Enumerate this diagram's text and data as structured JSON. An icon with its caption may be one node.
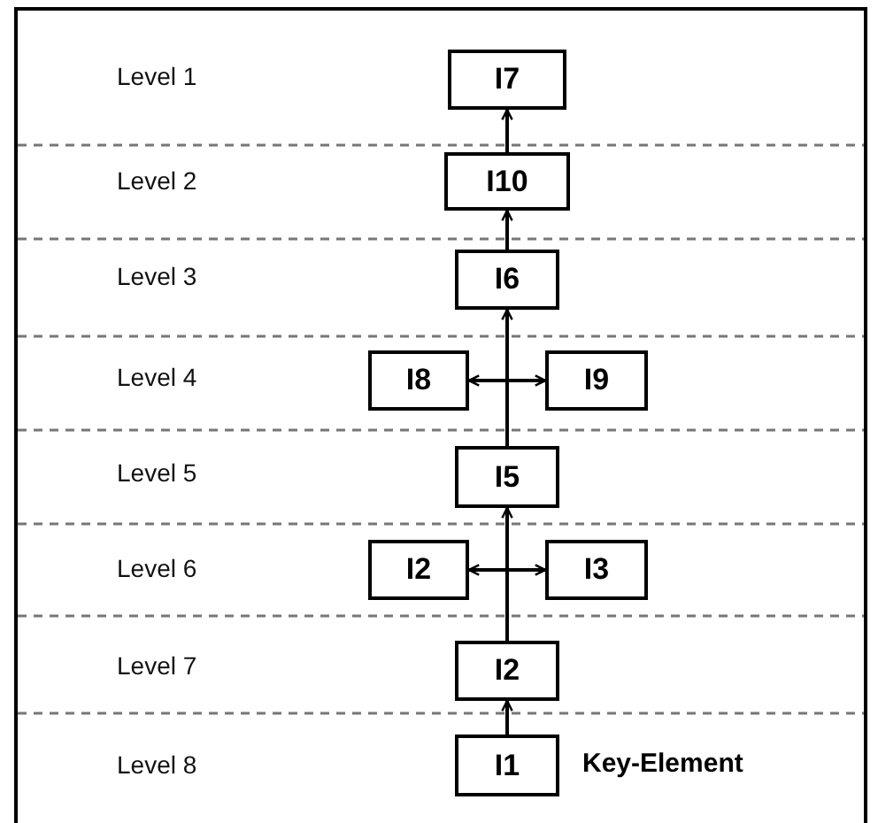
{
  "diagram": {
    "nodes": [
      {
        "text": [
          "I7"
        ]
      },
      {
        "text": [
          "I10"
        ]
      },
      {
        "text": [
          "I6"
        ]
      },
      {
        "text": [
          "I8"
        ]
      },
      {
        "text": [
          "I9"
        ]
      },
      {
        "text": [
          "I5"
        ]
      },
      {
        "text": [
          "I2"
        ]
      },
      {
        "text": [
          "I3"
        ]
      },
      {
        "text": [
          "I2"
        ]
      },
      {
        "text": [
          "I1"
        ],
        "beside": [
          "Key-Element"
        ]
      }
    ],
    "edges": [
      {
        "from": 9,
        "to": 8,
        "arrow": "to"
      },
      {
        "from": 8,
        "to": 6,
        "arrow": "to"
      },
      {
        "from": 8,
        "to": 7,
        "arrow": "to"
      },
      {
        "from": 8,
        "to": 5,
        "arrow": "to"
      },
      {
        "from": 5,
        "to": 3,
        "arrow": "to"
      },
      {
        "from": 5,
        "to": 4,
        "arrow": "to"
      },
      {
        "from": 5,
        "to": 2,
        "arrow": "to"
      },
      {
        "from": 2,
        "to": 1,
        "arrow": "to"
      },
      {
        "from": 1,
        "to": 0,
        "arrow": "to"
      }
    ],
    "labels": [
      "Level 1",
      "Level 2",
      "Level 3",
      "Level 4",
      "Level 5",
      "Level 6",
      "Level 7",
      "Level 8"
    ]
  }
}
